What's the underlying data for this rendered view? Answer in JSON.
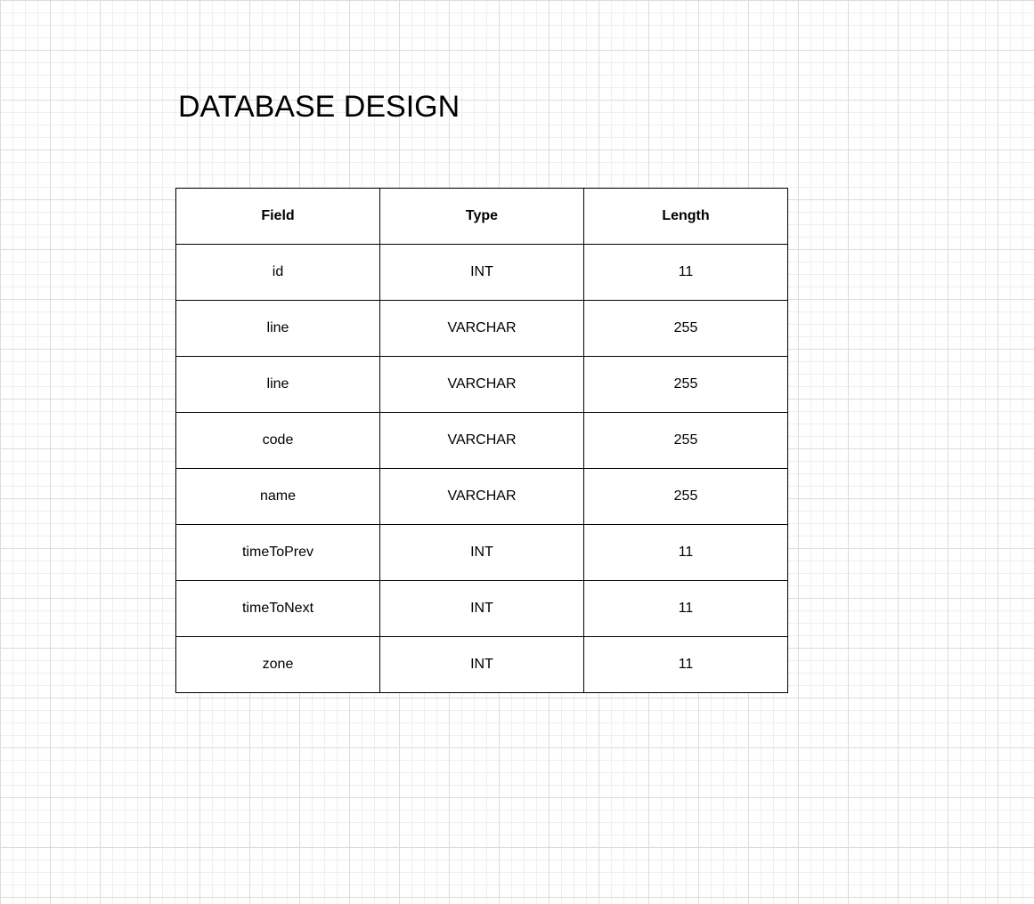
{
  "title": "DATABASE DESIGN",
  "table": {
    "headers": [
      "Field",
      "Type",
      "Length"
    ],
    "rows": [
      [
        "id",
        "INT",
        "11"
      ],
      [
        "line",
        "VARCHAR",
        "255"
      ],
      [
        "line",
        "VARCHAR",
        "255"
      ],
      [
        "code",
        "VARCHAR",
        "255"
      ],
      [
        "name",
        "VARCHAR",
        "255"
      ],
      [
        "timeToPrev",
        "INT",
        "11"
      ],
      [
        "timeToNext",
        "INT",
        "11"
      ],
      [
        "zone",
        "INT",
        "11"
      ]
    ]
  },
  "colors": {
    "grid_major": "#dcdcdc",
    "grid_minor": "#efefef",
    "border": "#000000",
    "background": "#ffffff"
  }
}
